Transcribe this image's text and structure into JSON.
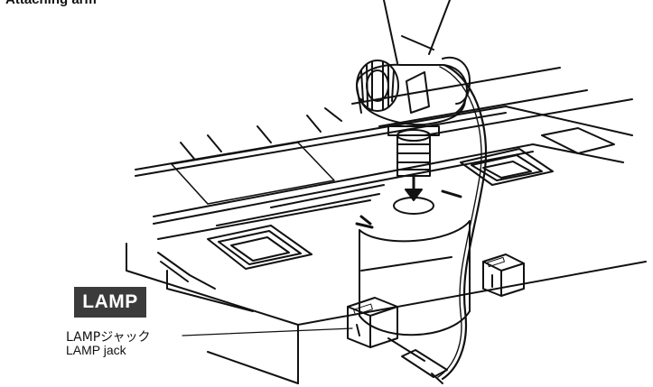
{
  "title": "Attaching arm",
  "badge": "LAMP",
  "callout": {
    "line1": "LAMPジャック",
    "line2": "LAMP jack"
  },
  "colors": {
    "badge_bg": "#3b3b3b",
    "ink": "#111111"
  }
}
